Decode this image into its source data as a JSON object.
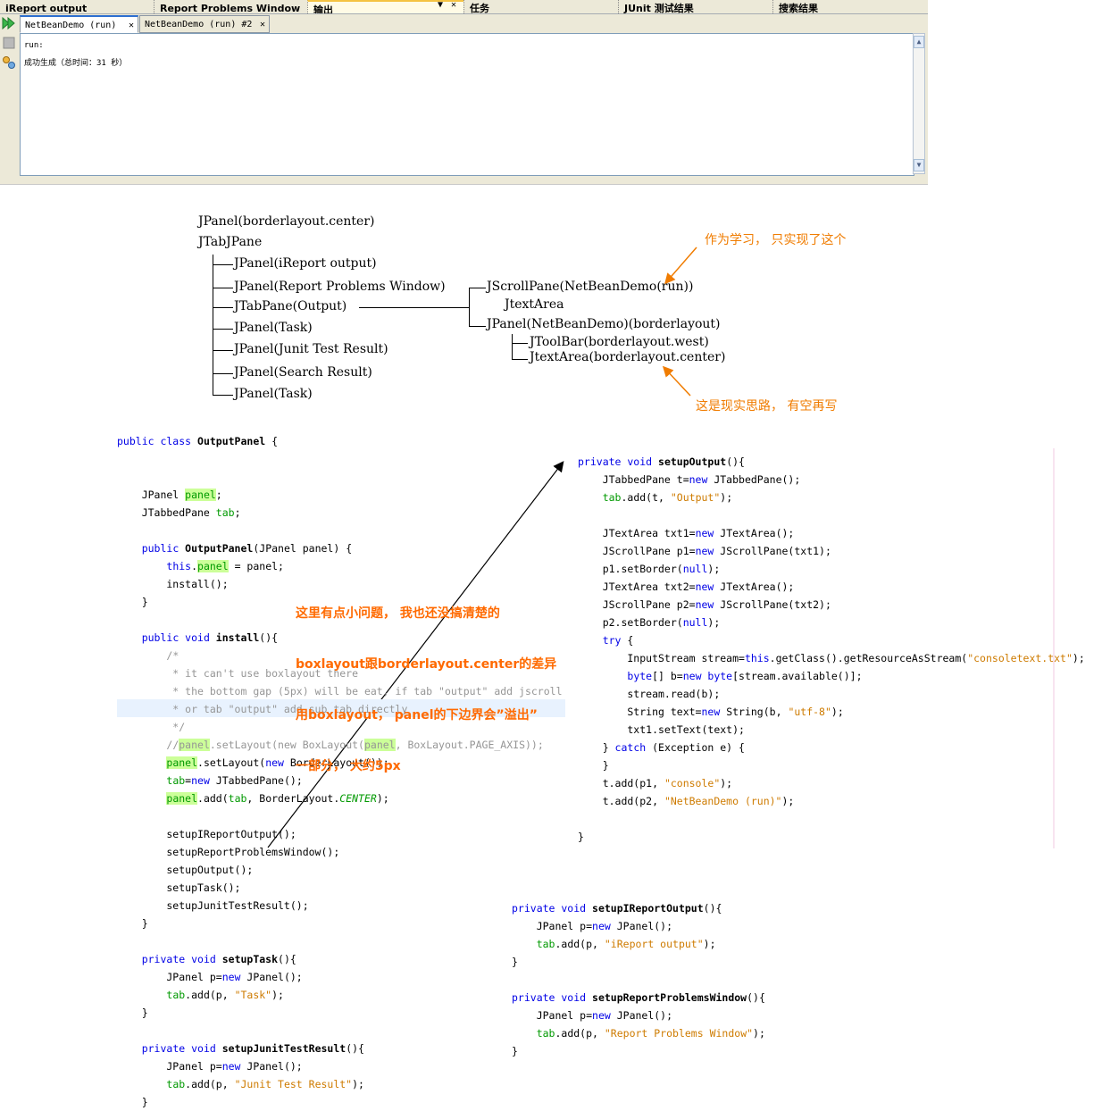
{
  "ide": {
    "main_tabs": [
      "iReport output",
      "Report Problems Window",
      "输出",
      "任务",
      "JUnit 测试结果",
      "搜索结果"
    ],
    "sub_tabs": [
      "NetBeanDemo (run)",
      "NetBeanDemo (run) #2"
    ],
    "console_lines": [
      "run:",
      "成功生成（总时间：31 秒）"
    ]
  },
  "tree": {
    "root1": "JPanel(borderlayout.center)",
    "root2": "JTabJPane",
    "children": [
      "JPanel(iReport output)",
      "JPanel(Report Problems Window)",
      "JTabPane(Output)",
      "JPanel(Task)",
      "JPanel(Junit Test Result)",
      "JPanel(Search Result)",
      "JPanel(Task)"
    ],
    "output_children": [
      "JScrollPane(NetBeanDemo(run))",
      "JtextArea",
      "JPanel(NetBeanDemo)(borderlayout)"
    ],
    "panel_children": [
      "JToolBar(borderlayout.west)",
      "JtextArea(borderlayout.center)"
    ],
    "note_top": "作为学习， 只实现了这个",
    "note_bottom": "这是现实思路， 有空再写"
  },
  "note_center": [
    "这里有点小问题， 我也还没搞清楚的",
    "boxlayout跟borderlayout.center的差异",
    "用boxlayout， panel的下边界会”溢出”",
    "一部分， 大约5px"
  ]
}
